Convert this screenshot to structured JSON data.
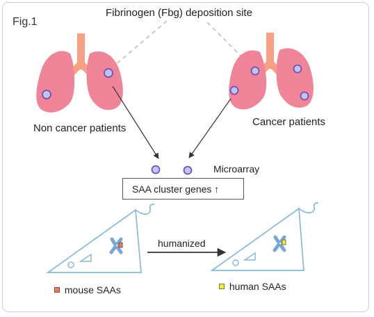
{
  "figure_label": "Fig.1",
  "title": "Fibrinogen (Fbg) deposition site",
  "left_group_label": "Non cancer patients",
  "right_group_label": "Cancer patients",
  "method_label": "Microarray",
  "result_box": {
    "text": "SAA cluster genes",
    "arrow": "↑"
  },
  "transition_label": "humanized",
  "legend": {
    "mouse": "mouse SAAs",
    "human": "human SAAs"
  },
  "colors": {
    "lung": "#ee8599",
    "trachea": "#f6a184",
    "marker_fill": "#bcc6ee",
    "marker_stroke": "#7c4db2",
    "mouse_outline": "#86b9d8",
    "mouse_fill": "#ffffff",
    "chromosome": "#78a7d7",
    "mouse_marker": "#d9826a",
    "human_marker": "#f0e94a",
    "arrow": "#333333",
    "dashed_line": "#c8c8c8"
  }
}
